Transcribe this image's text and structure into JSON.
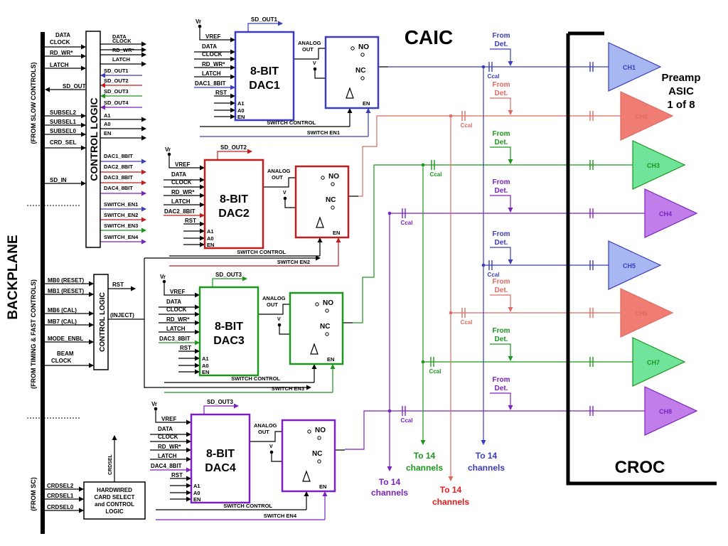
{
  "backplane": {
    "title": "BACKPLANE",
    "group_slow": "(FROM SLOW CONTROLS)",
    "group_timing": "(FROM TIMING & FAST CONTROLS)",
    "group_sc": "(FROM SC)"
  },
  "control_logic_main": {
    "title": "CONTROL LOGIC",
    "inputs": [
      "DATA",
      "CLOCK",
      "RD_WR*",
      "LATCH",
      "SD_OUT",
      "SUBSEL2",
      "SUBSEL1",
      "SUBSEL0",
      "CRD_SEL",
      "SD_IN"
    ],
    "outputs": [
      "DATA",
      "CLOCK",
      "RD_WR*",
      "LATCH",
      "SD_OUT1",
      "SD_OUT2",
      "SD_OUT3",
      "SD_OUT4",
      "A1",
      "A0",
      "EN",
      "DAC1_8BIT",
      "DAC2_8BIT",
      "DAC3_8BIT",
      "DAC4_8BIT",
      "SWITCH_EN1",
      "SWITCH_EN2",
      "SWITCH_EN3",
      "SWITCH_EN4"
    ]
  },
  "control_logic_fast": {
    "title": "CONTROL LOGIC",
    "inputs": [
      "MB0 (RESET)",
      "MB1 (RESET)",
      "MB6 (CAL)",
      "MB7 (CAL)",
      "MODE_ENBL",
      "BEAM",
      "CLOCK"
    ],
    "outputs": [
      "RST",
      "(INJECT)"
    ]
  },
  "hardwired": {
    "lines": [
      "HARDWIRED",
      "CARD SELECT",
      "and CONTROL",
      "LOGIC"
    ],
    "inputs": [
      "CRDSEL2",
      "CRDSEL1",
      "CRDSEL0"
    ],
    "output": "CRDSEL"
  },
  "dac_common": {
    "vr": "Vr",
    "vref": "VREF",
    "data": "DATA",
    "clock": "CLOCK",
    "rdwr": "RD_WR*",
    "latch": "LATCH",
    "rst": "RST",
    "a1": "A1",
    "a0": "A0",
    "en": "EN",
    "analog": "ANALOG",
    "out": "OUT",
    "no": "NO",
    "nc": "NC",
    "v": "V",
    "switch_control": "SWITCH CONTROL",
    "line1": "8-BIT"
  },
  "dacs": [
    {
      "name": "DAC1",
      "sd_out": "SD_OUT1",
      "in_label": "DAC1_8BIT",
      "switch_en": "SWITCH EN1",
      "color": "#3a3cba"
    },
    {
      "name": "DAC2",
      "sd_out": "SD_OUT2",
      "in_label": "DAC2_8BIT",
      "switch_en": "SWITCH EN2",
      "color": "#c01d1d"
    },
    {
      "name": "DAC3",
      "sd_out": "SD_OUT3",
      "in_label": "DAC3_8BIT",
      "switch_en": "SWITCH EN3",
      "color": "#1c971c"
    },
    {
      "name": "DAC4",
      "sd_out": "SD_OUT3",
      "in_label": "DAC4_8BIT",
      "switch_en": "SWITCH EN4",
      "color": "#7a22c0"
    }
  ],
  "caic": "CAIC",
  "croc": "CROC",
  "preamp": {
    "line1": "Preamp",
    "line2": "ASIC",
    "line3": "1 of 8"
  },
  "from_det": {
    "line1": "From",
    "line2": "Det."
  },
  "ccal": "Ccal",
  "channels": [
    {
      "label": "CH1",
      "fill": "#a7b7f2",
      "line": "#3a3cba"
    },
    {
      "label": "CH2",
      "fill": "#f07d74",
      "line": "#e06a62"
    },
    {
      "label": "CH3",
      "fill": "#6fe49a",
      "line": "#1c971c"
    },
    {
      "label": "CH4",
      "fill": "#c17de9",
      "line": "#7a22c0"
    },
    {
      "label": "CH5",
      "fill": "#a7b7f2",
      "line": "#3a3cba"
    },
    {
      "label": "CH6",
      "fill": "#f07d74",
      "line": "#e06a62"
    },
    {
      "label": "CH7",
      "fill": "#6fe49a",
      "line": "#1c971c"
    },
    {
      "label": "CH8",
      "fill": "#c17de9",
      "line": "#7a22c0"
    }
  ],
  "to14": [
    {
      "line1": "To 14",
      "line2": "channels",
      "color": "#7a22c0"
    },
    {
      "line1": "To 14",
      "line2": "channels",
      "color": "#1c971c"
    },
    {
      "line1": "To 14",
      "line2": "channels",
      "color": "#e01c1c"
    },
    {
      "line1": "To 14",
      "line2": "channels",
      "color": "#3a3cba"
    }
  ],
  "colors": {
    "blue": "#3a3cba",
    "red": "#c01d1d",
    "salmon": "#e06a62",
    "green": "#1c971c",
    "purple": "#7a22c0",
    "black": "#000000"
  }
}
